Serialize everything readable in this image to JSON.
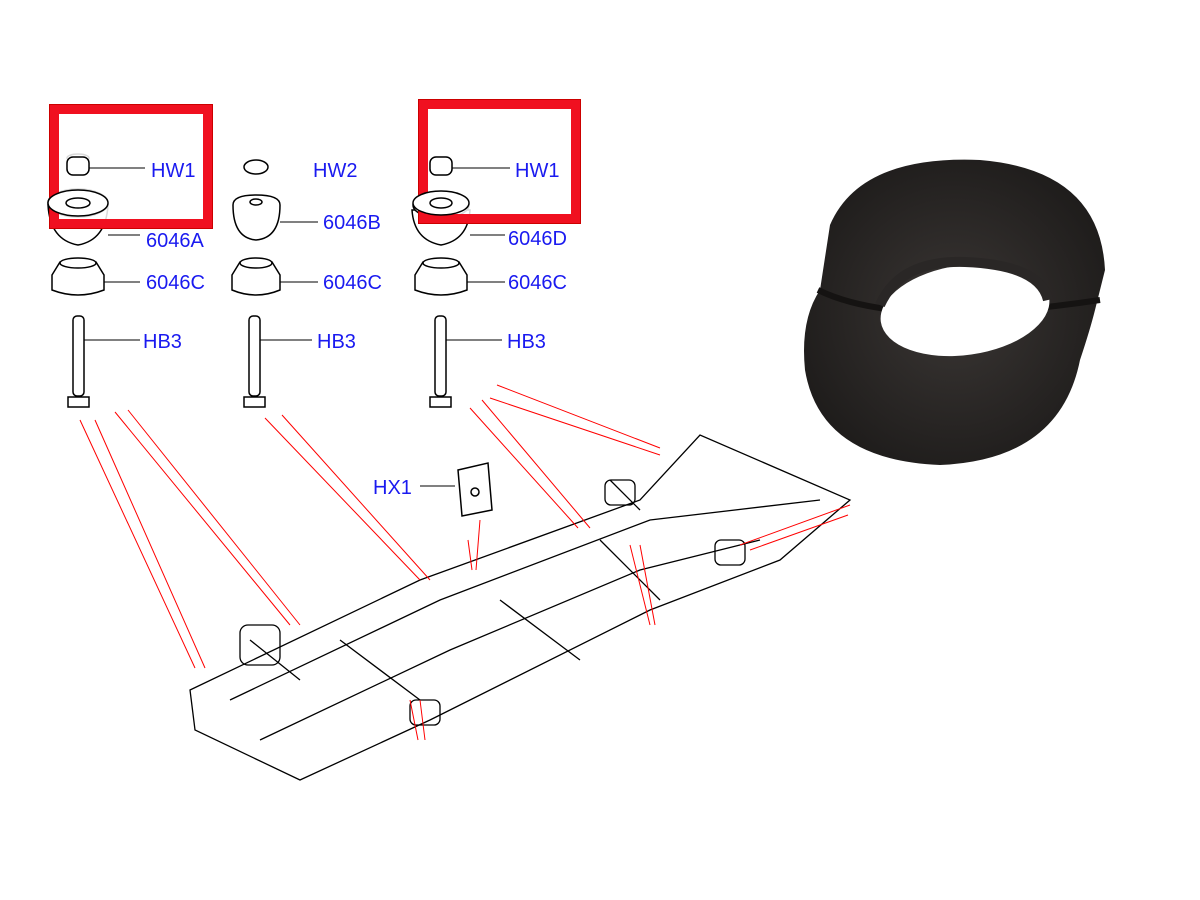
{
  "diagram": {
    "columns": [
      {
        "washer": "HW1",
        "mount": "6046A",
        "lower": "6046C",
        "bolt": "HB3"
      },
      {
        "washer": "HW2",
        "mount": "6046B",
        "lower": "6046C",
        "bolt": "HB3"
      },
      {
        "washer": "HW1",
        "mount": "6046D",
        "lower": "6046C",
        "bolt": "HB3"
      }
    ],
    "bracket": "HX1",
    "highlight_color": "#f01020",
    "label_color": "#1a1af0"
  }
}
